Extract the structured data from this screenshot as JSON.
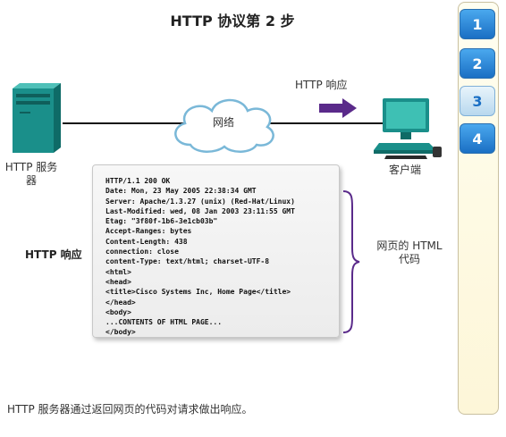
{
  "title": "HTTP 协议第 2 步",
  "network_label": "网络",
  "server_label": "HTTP 服务\n器",
  "client_label": "客户端",
  "arrow_label": "HTTP 响应",
  "response_side_label": "HTTP 响应",
  "response_lines": [
    "HTTP/1.1 200 OK",
    "Date: Mon, 23 May 2005 22:38:34 GMT",
    "Server: Apache/1.3.27 (unix) (Red-Hat/Linux)",
    "Last-Modified: wed, 08 Jan 2003 23:11:55 GMT",
    "Etag: \"3f80f-1b6-3e1cb03b\"",
    "Accept-Ranges: bytes",
    "Content-Length: 438",
    "connection: close",
    "content-Type: text/html; charset-UTF-8",
    "<html>",
    "<head>",
    "<title>Cisco Systems Inc, Home Page</title>",
    "</head>",
    "<body>",
    "...CONTENTS OF HTML PAGE...",
    "</body>"
  ],
  "brace_label": "网页的 HTML\n代码",
  "caption": "HTTP 服务器通过返回网页的代码对请求做出响应。",
  "steps": [
    {
      "label": "1",
      "active": false
    },
    {
      "label": "2",
      "active": false
    },
    {
      "label": "3",
      "active": true
    },
    {
      "label": "4",
      "active": false
    }
  ],
  "colors": {
    "server": "#1a8f8a",
    "arrow": "#5a2a8a",
    "cloud_fill": "#ffffff",
    "cloud_stroke": "#7ab8d8",
    "step_blue": "#1a6fc4"
  }
}
